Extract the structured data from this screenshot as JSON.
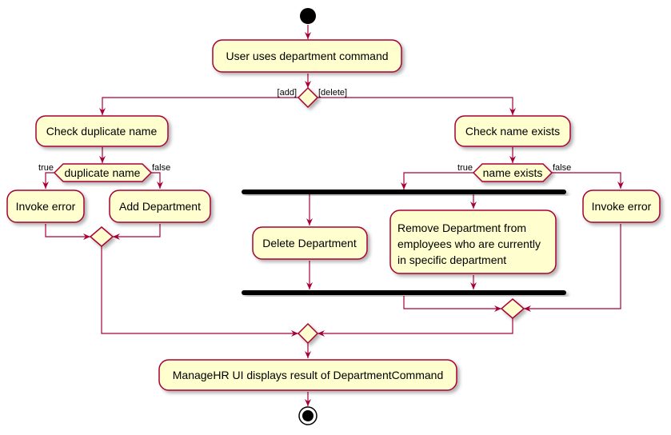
{
  "colors": {
    "node_fill": "#FEFECE",
    "node_stroke": "#A80036",
    "edge": "#A80036",
    "bar": "#000000",
    "text": "#000000"
  },
  "nodes": {
    "user_uses_command": "User uses department command",
    "check_duplicate_name": "Check duplicate name",
    "duplicate_name": "duplicate name",
    "invoke_error_left": "Invoke error",
    "add_department": "Add Department",
    "check_name_exists": "Check name exists",
    "name_exists": "name exists",
    "delete_department": "Delete Department",
    "remove_department_lines": [
      "Remove Department from",
      "employees who are currently",
      "in specific department"
    ],
    "invoke_error_right": "Invoke error",
    "managehr_ui_displays": "ManageHR UI displays result of DepartmentCommand"
  },
  "guards": {
    "add": "[add]",
    "delete": "[delete]",
    "true_left": "true",
    "false_left": "false",
    "true_right": "true",
    "false_right": "false"
  }
}
